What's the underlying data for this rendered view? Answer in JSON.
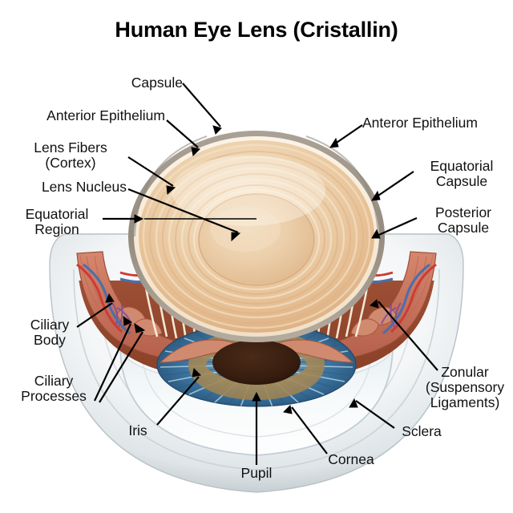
{
  "title": "Human Eye Lens (Cristallin)",
  "background_color": "#ffffff",
  "text_color": "#111111",
  "labels": {
    "capsule": "Capsule",
    "anterior_epithelium": "Anterior Epithelium",
    "lens_fibers": "Lens Fibers\n(Cortex)",
    "lens_nucleus": "Lens Nucleus",
    "equatorial_region": "Equatorial\nRegion",
    "anteror_epithelium_right": "Anteror Epithelium",
    "equatorial_capsule": "Equatorial\nCapsule",
    "posterior_capsule": "Posterior\nCapsule",
    "ciliary_body": "Ciliary\nBody",
    "ciliary_processes": "Ciliary\nProcesses",
    "zonular_ligaments": "Zonular\n(Suspensory\nLigaments)",
    "iris": "Iris",
    "pupil": "Pupil",
    "cornea": "Cornea",
    "sclera": "Sclera"
  },
  "colors": {
    "lens_capsule": "#9a9186",
    "lens_epithelium": "#f6e7d2",
    "lens_cortex": "#e8c49a",
    "lens_cortex_light": "#f3dcbe",
    "lens_nucleus": "#e9c9a4",
    "lens_nucleus_light": "#f0d8b8",
    "choroid": "#9c4f32",
    "ciliary_body": "#cc7a62",
    "ciliary_muscle": "#c06a52",
    "zonular_fiber": "#f7efdd",
    "iris_blue": "#3d79a6",
    "iris_blue_light": "#8fc2dd",
    "iris_inner_ring": "#c98a3f",
    "pupil": "#3a2012",
    "sclera": "#f2f4f5",
    "sclera_shade": "#c6cdd1",
    "cornea": "#eef3f5",
    "artery": "#cf3b34",
    "vein": "#4a6fae"
  },
  "structures": [
    "lens capsule",
    "anterior epithelium",
    "lens fibers (cortex)",
    "lens nucleus",
    "equatorial region",
    "equatorial capsule",
    "posterior capsule",
    "ciliary body",
    "ciliary processes",
    "zonular (suspensory) ligaments",
    "iris",
    "pupil",
    "cornea",
    "sclera"
  ]
}
